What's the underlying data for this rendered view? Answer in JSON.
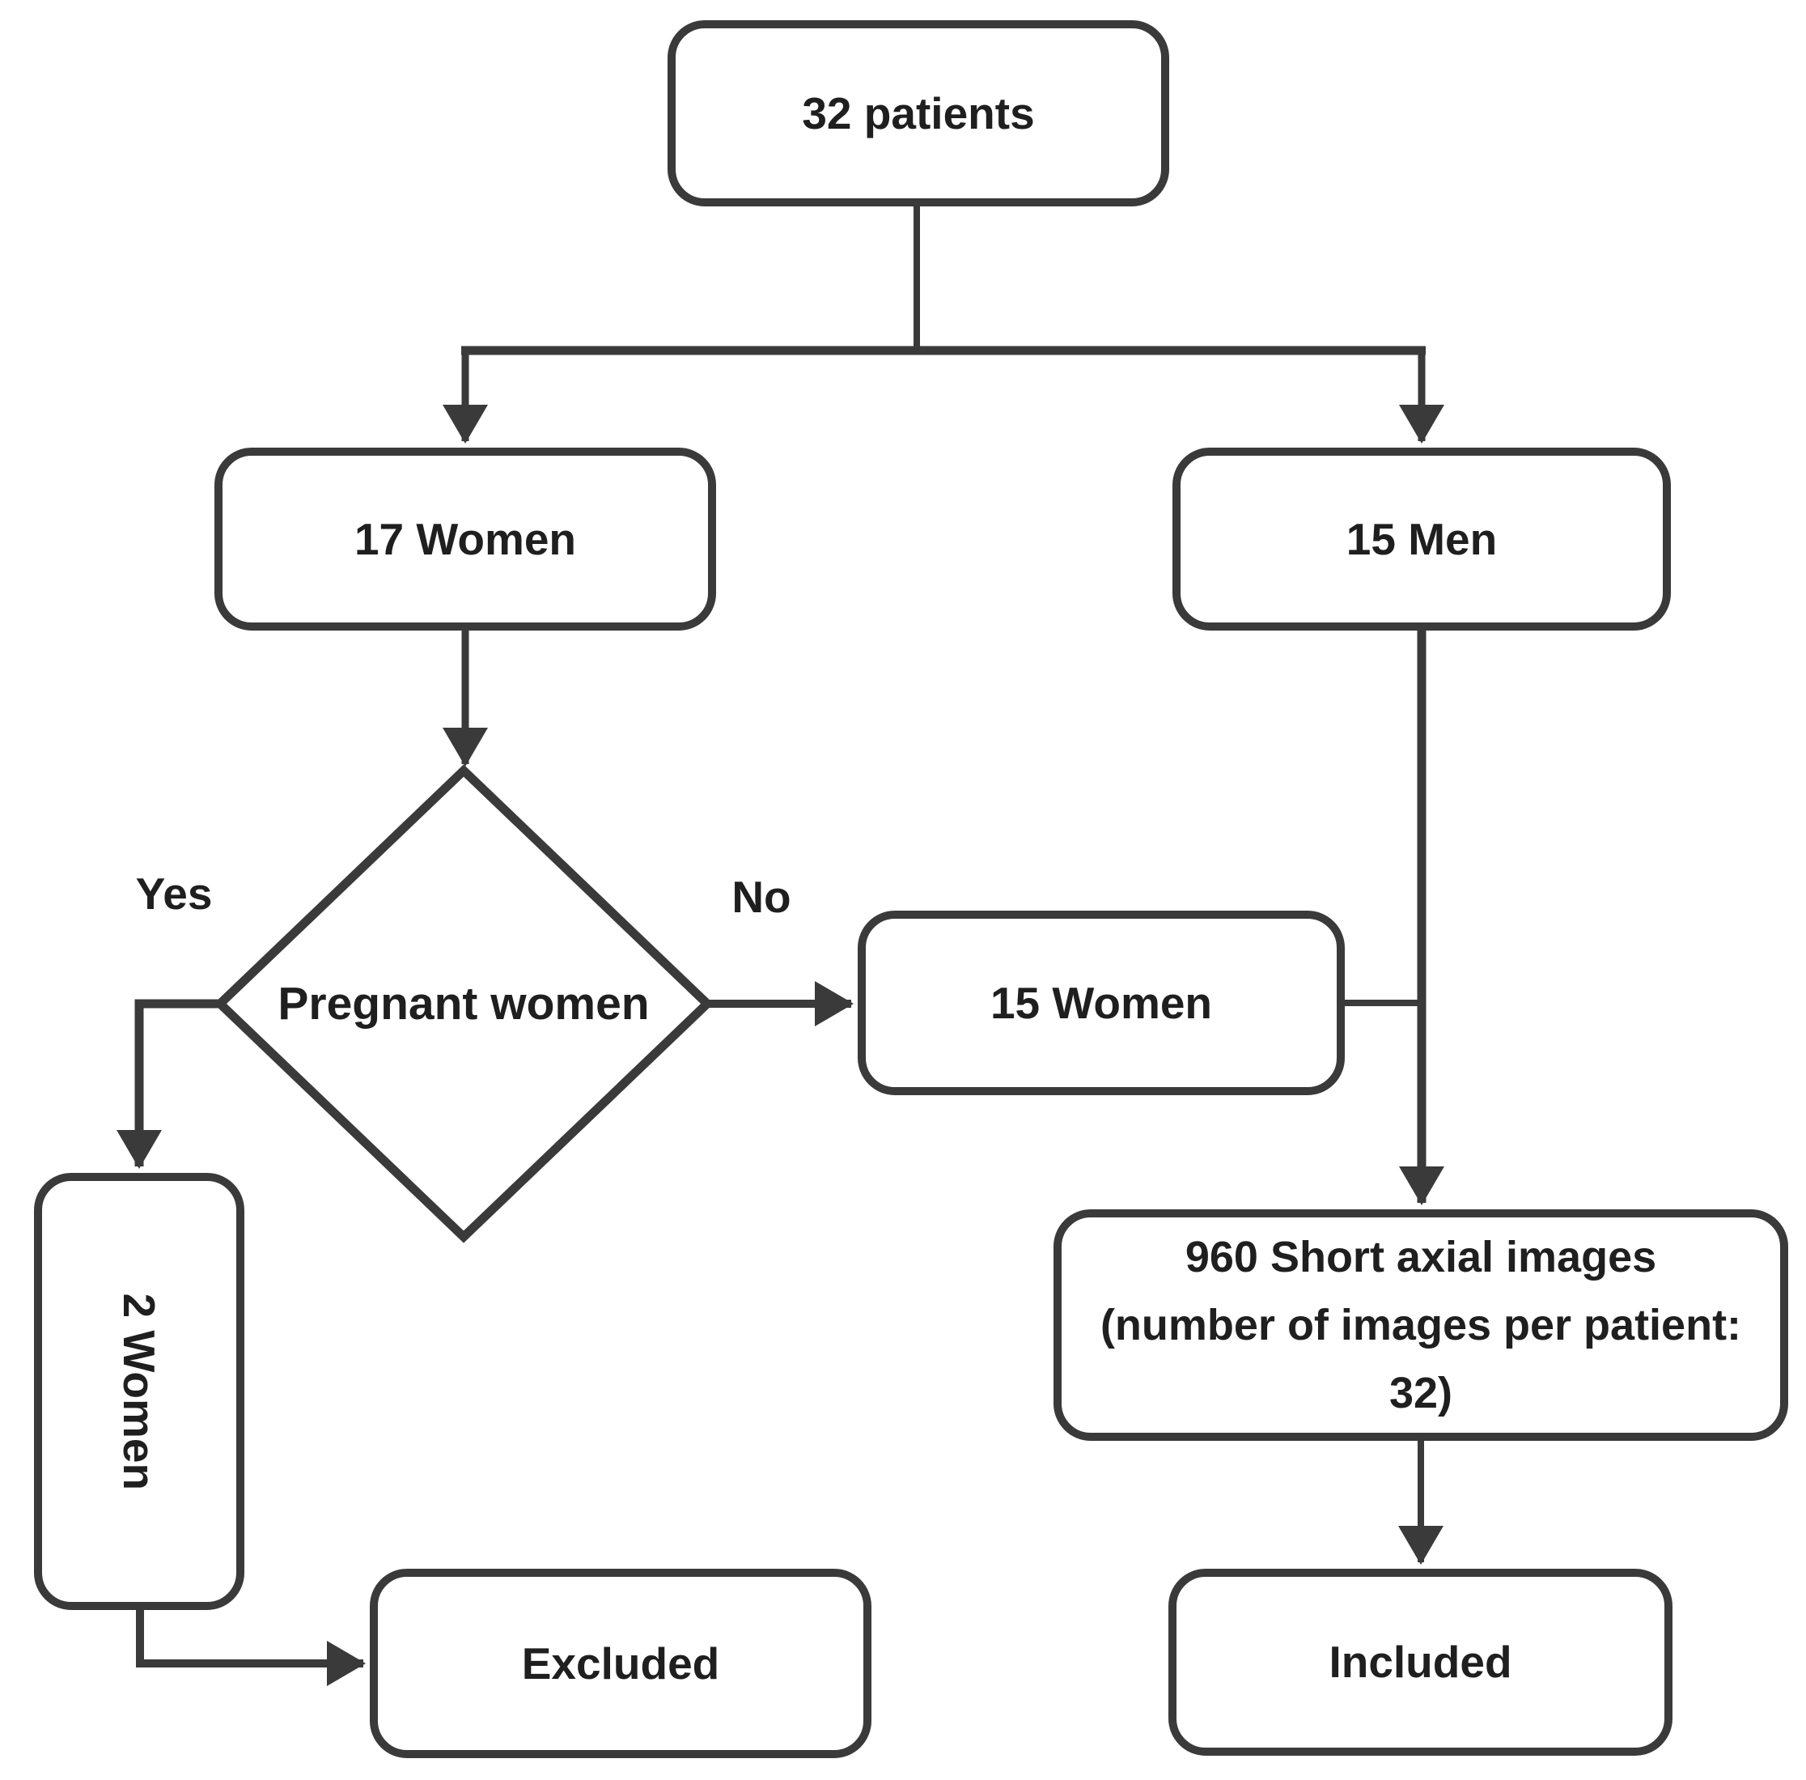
{
  "diagram": {
    "type": "flowchart",
    "colors": {
      "line": "#3a3a3a",
      "text": "#1f1f1f",
      "node_fill": "#ffffff",
      "background": "#ffffff"
    },
    "nodes": {
      "patients": {
        "label": "32 patients",
        "shape": "rounded-rect"
      },
      "women17": {
        "label": "17 Women",
        "shape": "rounded-rect"
      },
      "men15": {
        "label": "15 Men",
        "shape": "rounded-rect"
      },
      "pregnant": {
        "label": "Pregnant women",
        "shape": "diamond"
      },
      "women15": {
        "label": "15 Women",
        "shape": "rounded-rect"
      },
      "women2": {
        "label": "2 Women",
        "shape": "rounded-rect",
        "text_rotation_deg": 90
      },
      "images960": {
        "label": "960 Short axial images (number of images per patient: 32)",
        "lines": [
          "960 Short axial images",
          "(number of images per patient:",
          "32)"
        ],
        "shape": "rounded-rect"
      },
      "excluded": {
        "label": "Excluded",
        "shape": "rounded-rect"
      },
      "included": {
        "label": "Included",
        "shape": "rounded-rect"
      }
    },
    "edge_labels": {
      "yes": "Yes",
      "no": "No"
    },
    "edges": [
      {
        "from": "patients",
        "to": "women17"
      },
      {
        "from": "patients",
        "to": "men15"
      },
      {
        "from": "women17",
        "to": "pregnant"
      },
      {
        "from": "pregnant",
        "to": "women2",
        "label": "Yes"
      },
      {
        "from": "pregnant",
        "to": "women15",
        "label": "No"
      },
      {
        "from": "women2",
        "to": "excluded"
      },
      {
        "from": "women15",
        "to": "images960"
      },
      {
        "from": "men15",
        "to": "images960"
      },
      {
        "from": "images960",
        "to": "included"
      }
    ]
  }
}
